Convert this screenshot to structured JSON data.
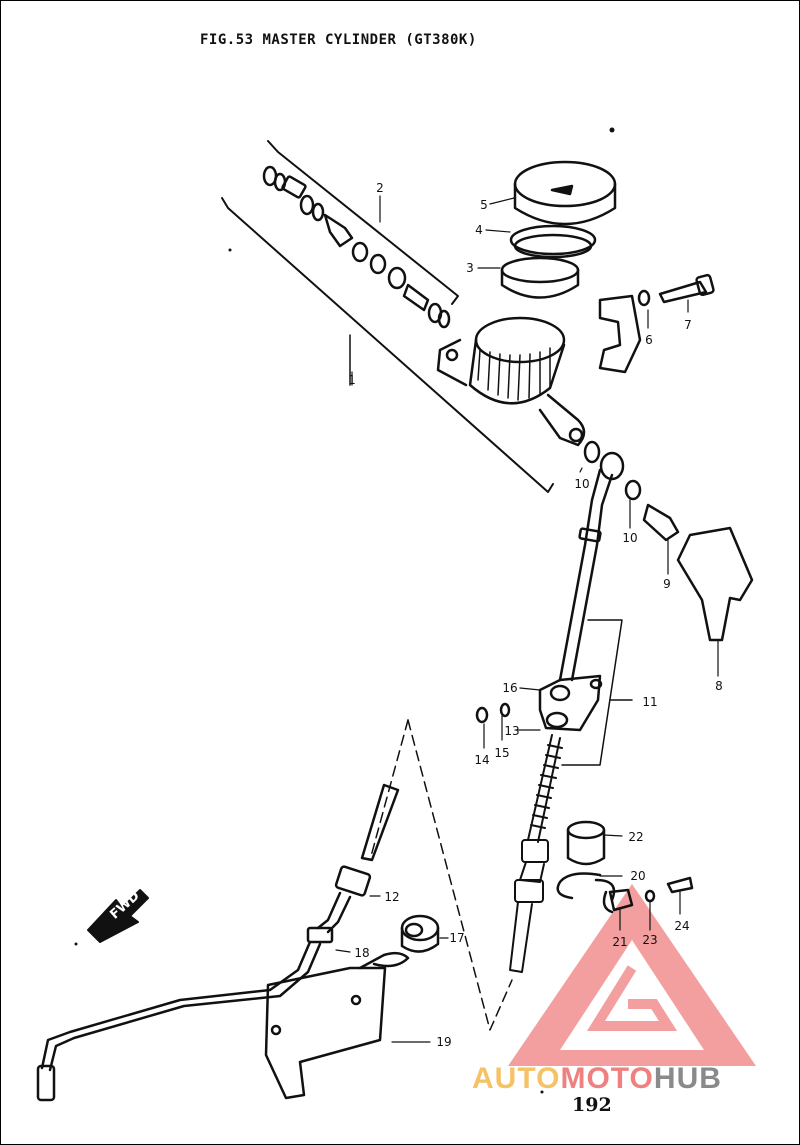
{
  "title": "FIG.53  MASTER CYLINDER (GT380K)",
  "fwd_label": "FWD",
  "page_number": "192",
  "watermark": {
    "part1": "AUTO",
    "part2": "MOTO",
    "part3": "HUB"
  },
  "callouts": {
    "c1": "1",
    "c2": "2",
    "c3": "3",
    "c4": "4",
    "c5": "5",
    "c6": "6",
    "c7": "7",
    "c8": "8",
    "c9": "9",
    "c10a": "10",
    "c10b": "10",
    "c11": "11",
    "c12": "12",
    "c13": "13",
    "c14": "14",
    "c15": "15",
    "c16": "16",
    "c17": "17",
    "c18": "18",
    "c19": "19",
    "c20": "20",
    "c21": "21",
    "c22": "22",
    "c23": "23",
    "c24": "24"
  },
  "colors": {
    "line": "#111111",
    "watermark_red": "#f08080",
    "watermark_gold": "#f5c266",
    "watermark_gray": "#8a8a8a"
  }
}
